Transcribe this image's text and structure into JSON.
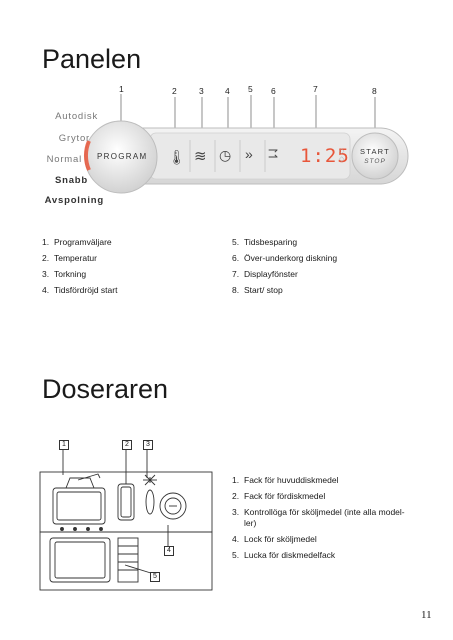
{
  "panel": {
    "title": "Panelen",
    "callouts": [
      "1",
      "2",
      "3",
      "4",
      "5",
      "6",
      "7",
      "8"
    ],
    "program_label": "PROGRAM",
    "programs": [
      "Autodisk",
      "Grytor",
      "Normal",
      "Snabb",
      "Avspolning"
    ],
    "display_value": "1:25",
    "start_label": "START",
    "stop_label": "STOP",
    "accent_color": "#e8563a",
    "items_left": [
      {
        "n": "1.",
        "t": "Programväljare"
      },
      {
        "n": "2.",
        "t": "Temperatur"
      },
      {
        "n": "3.",
        "t": "Torkning"
      },
      {
        "n": "4.",
        "t": "Tidsfördröjd start"
      }
    ],
    "items_right": [
      {
        "n": "5.",
        "t": "Tidsbesparing"
      },
      {
        "n": "6.",
        "t": "Över-underkorg diskning"
      },
      {
        "n": "7.",
        "t": "Displayfönster"
      },
      {
        "n": "8.",
        "t": "Start/ stop"
      }
    ]
  },
  "dispenser": {
    "title": "Doseraren",
    "callouts": [
      "1",
      "2",
      "3",
      "4",
      "5"
    ],
    "items": [
      {
        "n": "1.",
        "t": "Fack för huvuddiskmedel"
      },
      {
        "n": "2.",
        "t": "Fack för fördiskmedel"
      },
      {
        "n": "3.",
        "t": "Kontrollöga för sköljmedel (inte alla model-ler)"
      },
      {
        "n": "4.",
        "t": "Lock för sköljmedel"
      },
      {
        "n": "5.",
        "t": "Lucka för diskmedelfack"
      }
    ]
  },
  "page_number": "11"
}
